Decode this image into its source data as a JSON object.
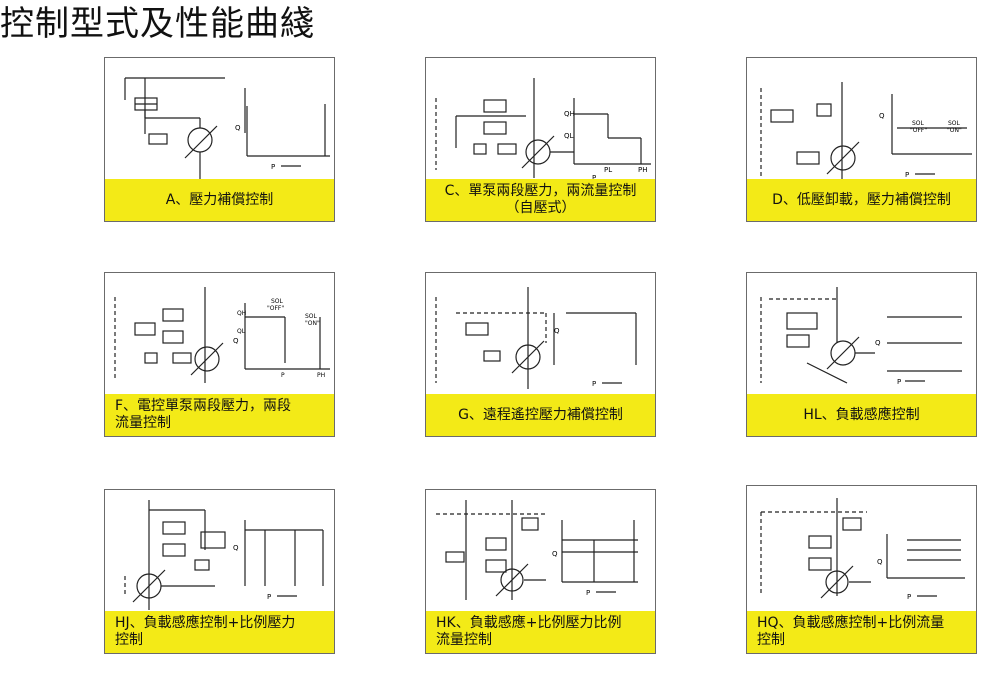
{
  "page": {
    "title": "控制型式及性能曲綫"
  },
  "cards": [
    {
      "label": "A、壓力補償控制"
    },
    {
      "label": "C、單泵兩段壓力，兩流量控制\n（自壓式）"
    },
    {
      "label": "D、低壓卸載，壓力補償控制"
    },
    {
      "label": "F、電控單泵兩段壓力，兩段\n流量控制"
    },
    {
      "label": "G、遠程遙控壓力補償控制"
    },
    {
      "label": "HL、負載感應控制"
    },
    {
      "label": "HJ、負載感應控制+比例壓力\n控制"
    },
    {
      "label": "HK、負載感應+比例壓力比例\n流量控制"
    },
    {
      "label": "HQ、負載感應控制+比例流量\n控制"
    }
  ],
  "diagram_text": {
    "axis_q": "Q",
    "axis_p": "P",
    "qh": "QH",
    "ql": "QL",
    "pl": "PL",
    "ph": "PH",
    "sol": "SOL",
    "off": "\"OFF\"",
    "on": "\"ON\""
  }
}
